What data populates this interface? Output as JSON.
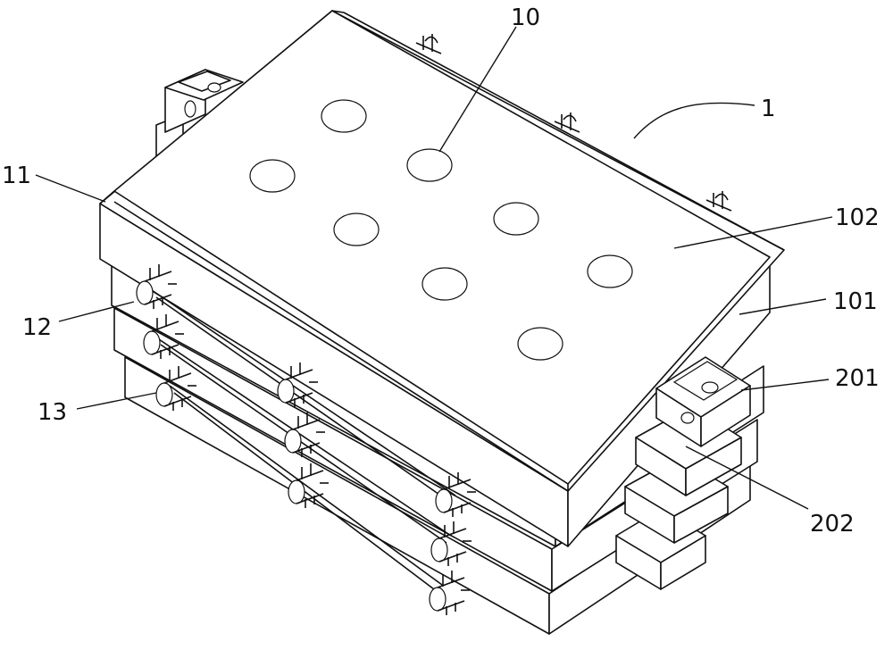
{
  "figure": {
    "labels": {
      "plate_number": "1",
      "hole": "10",
      "side_plate": "11",
      "upper_connector": "12",
      "lower_connector": "13",
      "top_face": "102",
      "end_face": "101",
      "lug": "201",
      "lug_block": "202"
    }
  }
}
